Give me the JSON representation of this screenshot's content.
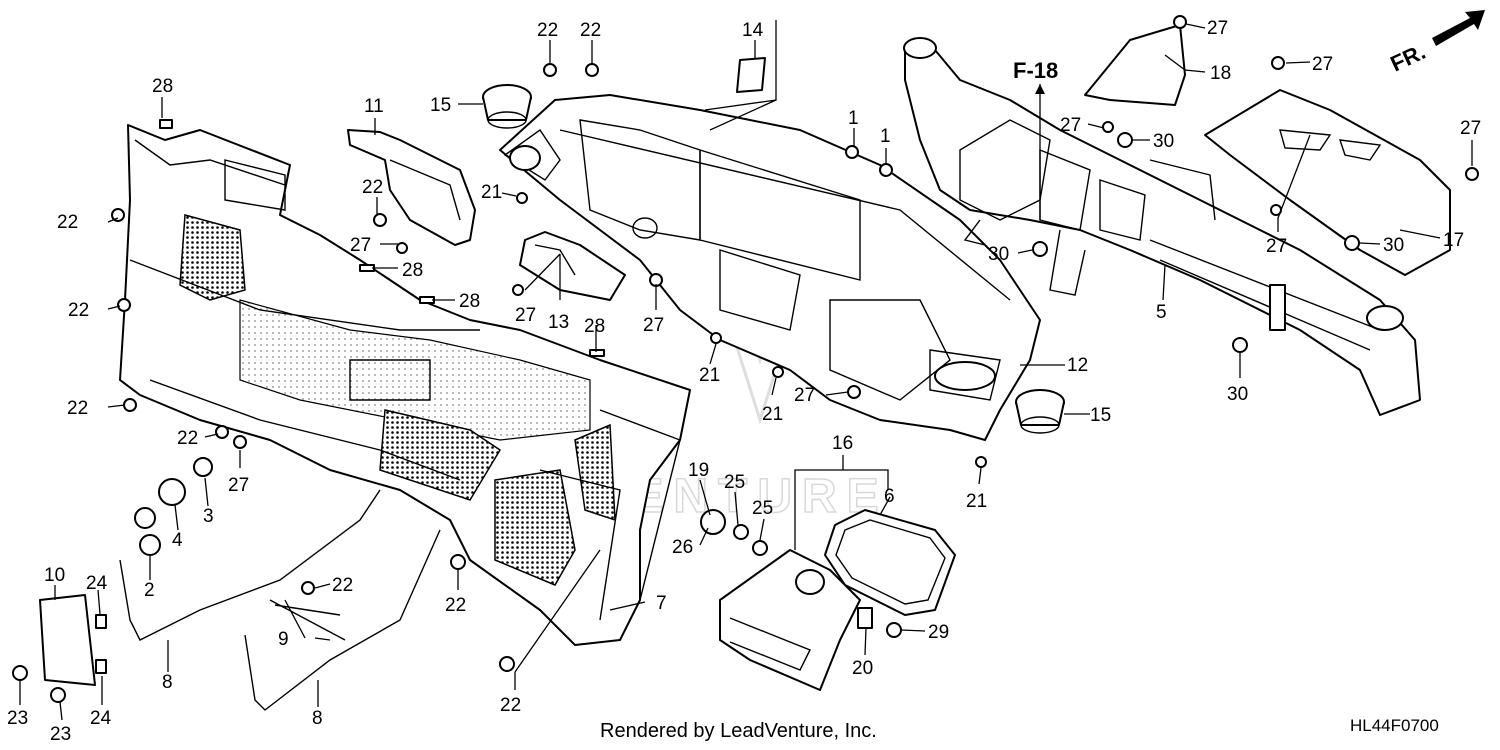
{
  "diagram": {
    "ref_label": "F-18",
    "direction_label": "FR.",
    "watermark": "ADVENTURE",
    "callouts": [
      {
        "n": "1"
      },
      {
        "n": "1"
      },
      {
        "n": "2"
      },
      {
        "n": "3"
      },
      {
        "n": "4"
      },
      {
        "n": "5"
      },
      {
        "n": "6"
      },
      {
        "n": "7"
      },
      {
        "n": "8"
      },
      {
        "n": "8"
      },
      {
        "n": "9"
      },
      {
        "n": "10"
      },
      {
        "n": "11"
      },
      {
        "n": "12"
      },
      {
        "n": "13"
      },
      {
        "n": "14"
      },
      {
        "n": "15"
      },
      {
        "n": "15"
      },
      {
        "n": "16"
      },
      {
        "n": "17"
      },
      {
        "n": "18"
      },
      {
        "n": "19"
      },
      {
        "n": "20"
      },
      {
        "n": "21"
      },
      {
        "n": "21"
      },
      {
        "n": "21"
      },
      {
        "n": "21"
      },
      {
        "n": "22"
      },
      {
        "n": "22"
      },
      {
        "n": "22"
      },
      {
        "n": "22"
      },
      {
        "n": "22"
      },
      {
        "n": "22"
      },
      {
        "n": "22"
      },
      {
        "n": "22"
      },
      {
        "n": "22"
      },
      {
        "n": "22"
      },
      {
        "n": "23"
      },
      {
        "n": "23"
      },
      {
        "n": "24"
      },
      {
        "n": "24"
      },
      {
        "n": "25"
      },
      {
        "n": "25"
      },
      {
        "n": "26"
      },
      {
        "n": "27"
      },
      {
        "n": "27"
      },
      {
        "n": "27"
      },
      {
        "n": "27"
      },
      {
        "n": "27"
      },
      {
        "n": "27"
      },
      {
        "n": "27"
      },
      {
        "n": "27"
      },
      {
        "n": "27"
      },
      {
        "n": "27"
      },
      {
        "n": "28"
      },
      {
        "n": "28"
      },
      {
        "n": "28"
      },
      {
        "n": "28"
      },
      {
        "n": "29"
      },
      {
        "n": "30"
      },
      {
        "n": "30"
      },
      {
        "n": "30"
      },
      {
        "n": "30"
      }
    ]
  },
  "footer": {
    "credit": "Rendered by LeadVenture, Inc.",
    "diagram_code": "HL44F0700"
  }
}
